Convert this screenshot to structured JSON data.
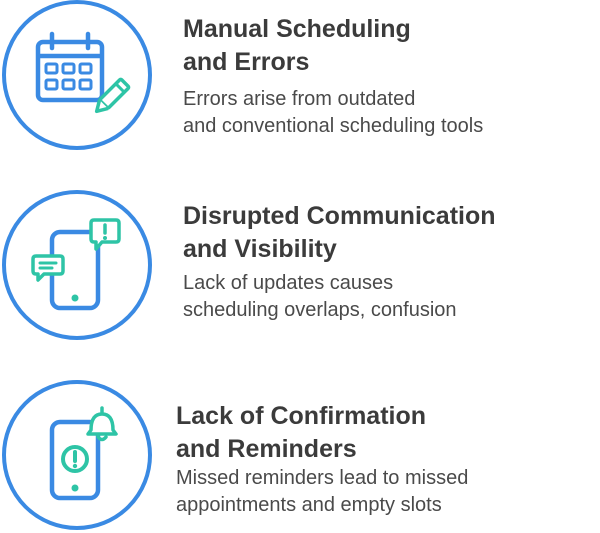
{
  "items": [
    {
      "icon": "calendar-edit-icon",
      "title": [
        "Manual Scheduling",
        "and Errors"
      ],
      "description": [
        "Errors arise from outdated",
        "and conventional scheduling tools"
      ]
    },
    {
      "icon": "phone-chat-icon",
      "title": [
        "Disrupted Communication",
        "and Visibility"
      ],
      "description": [
        "Lack of updates causes",
        "scheduling overlaps, confusion"
      ]
    },
    {
      "icon": "phone-alert-icon",
      "title": [
        "Lack of Confirmation",
        "and Reminders"
      ],
      "description": [
        "Missed reminders lead to missed",
        "appointments and empty slots"
      ]
    }
  ],
  "colors": {
    "ring": "#3a8ae3",
    "icon_primary": "#3a8ae3",
    "icon_accent": "#2ec4a6",
    "title": "#3b3b3b",
    "text": "#4a4a4a"
  }
}
